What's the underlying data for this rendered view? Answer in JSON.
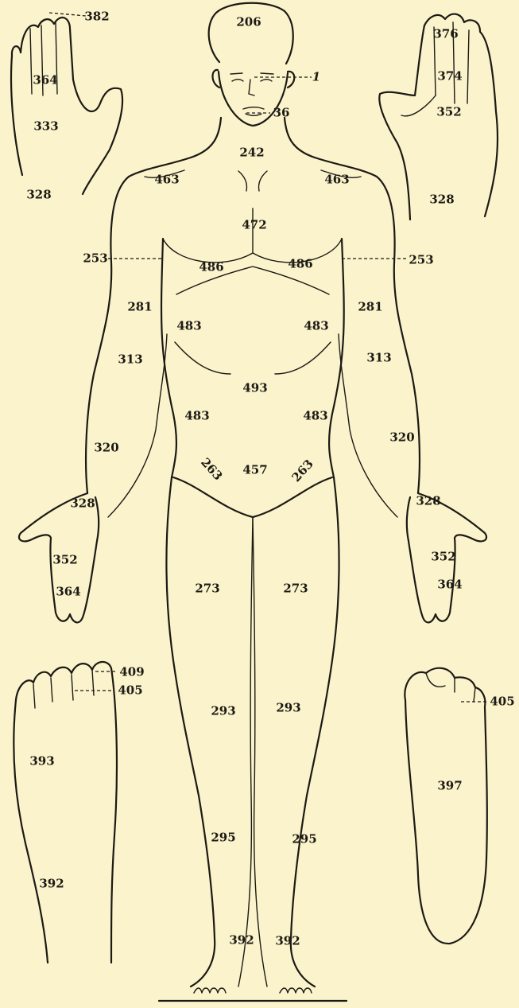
{
  "labels": {
    "head": "206",
    "nose": "1",
    "mouth": "36",
    "neck": "242",
    "shoulder_l": "463",
    "shoulder_r": "463",
    "sternum": "472",
    "chest_l": "486",
    "chest_r": "486",
    "axilla_l": "253",
    "axilla_r": "253",
    "upperarm_l": "281",
    "upperarm_r": "281",
    "ribs_l": "483",
    "ribs_r": "483",
    "elbow_l": "313",
    "elbow_r": "313",
    "abdomen": "493",
    "flank_l": "483",
    "flank_r": "483",
    "forearm_l": "320",
    "forearm_r": "320",
    "groin_l": "263",
    "groin_r": "263",
    "pubis": "457",
    "wrist_l": "328",
    "wrist_r": "328",
    "palm_l": "352",
    "palm_r": "352",
    "fingers_l": "364",
    "fingers_r": "364",
    "thigh_l": "273",
    "thigh_r": "273",
    "knee_l": "293",
    "knee_r": "293",
    "shin_l": "295",
    "shin_r": "295",
    "ankle_l": "392",
    "ankle_r": "392",
    "hand_back_fingertip": "382",
    "hand_back_fingers": "364",
    "hand_back": "333",
    "hand_back_wrist": "328",
    "hand_palm_fingertip": "376",
    "hand_palm_fingers": "374",
    "hand_palm": "352",
    "hand_palm_wrist": "328",
    "foot_top_nail": "409",
    "foot_top_toes": "405",
    "foot_top_mid": "393",
    "foot_top_heel": "392",
    "foot_sole_toes": "405",
    "foot_sole": "397"
  }
}
